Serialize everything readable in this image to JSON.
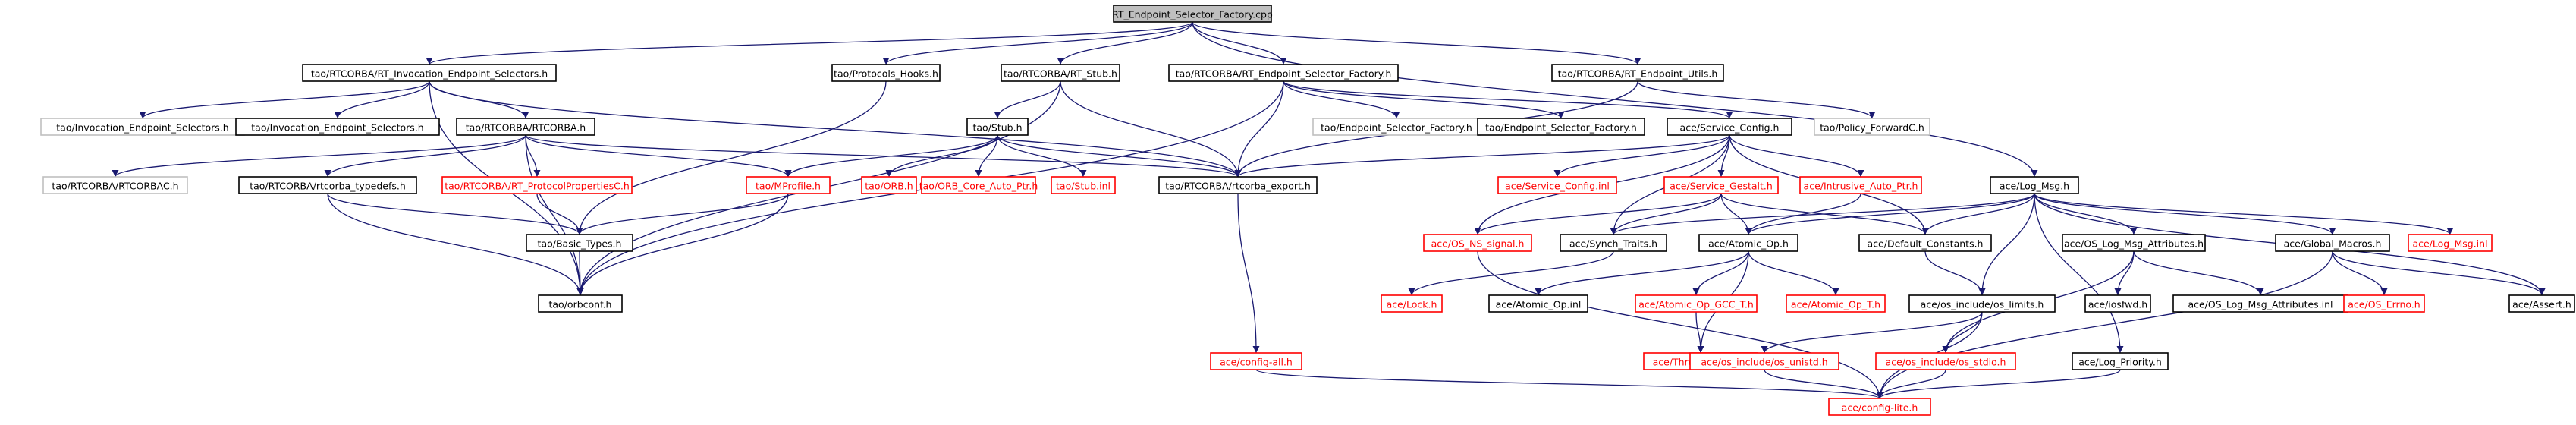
{
  "colors": {
    "background": "#ffffff",
    "edge": "#191970",
    "root_fill": "#bfbfbf",
    "documented_border": "#000000",
    "undocumented_border": "#ff0000",
    "external_border": "#bfbfbf",
    "documented_text": "#000000",
    "undocumented_text": "#ff0000",
    "external_text": "#000000"
  },
  "nodes": [
    {
      "id": "root",
      "label": "RT_Endpoint_Selector_Factory.cpp",
      "kind": "root"
    },
    {
      "id": "ries",
      "label": "tao/RTCORBA/RT_Invocation_Endpoint_Selectors.h",
      "kind": "doc"
    },
    {
      "id": "ph",
      "label": "tao/Protocols_Hooks.h",
      "kind": "doc"
    },
    {
      "id": "rtstub",
      "label": "tao/RTCORBA/RT_Stub.h",
      "kind": "doc"
    },
    {
      "id": "resf",
      "label": "tao/RTCORBA/RT_Endpoint_Selector_Factory.h",
      "kind": "doc"
    },
    {
      "id": "reu",
      "label": "tao/RTCORBA/RT_Endpoint_Utils.h",
      "kind": "doc"
    },
    {
      "id": "ies1",
      "label": "tao/Invocation_Endpoint_Selectors.h",
      "kind": "ext"
    },
    {
      "id": "ies2",
      "label": "tao/Invocation_Endpoint_Selectors.h",
      "kind": "doc"
    },
    {
      "id": "rtcorba",
      "label": "tao/RTCORBA/RTCORBA.h",
      "kind": "doc"
    },
    {
      "id": "stub",
      "label": "tao/Stub.h",
      "kind": "doc"
    },
    {
      "id": "esf1",
      "label": "tao/Endpoint_Selector_Factory.h",
      "kind": "ext"
    },
    {
      "id": "esf2",
      "label": "tao/Endpoint_Selector_Factory.h",
      "kind": "doc"
    },
    {
      "id": "sc",
      "label": "ace/Service_Config.h",
      "kind": "doc"
    },
    {
      "id": "pfc",
      "label": "tao/Policy_ForwardC.h",
      "kind": "ext"
    },
    {
      "id": "rtcorbac",
      "label": "tao/RTCORBA/RTCORBAC.h",
      "kind": "ext"
    },
    {
      "id": "rtt",
      "label": "tao/RTCORBA/rtcorba_typedefs.h",
      "kind": "doc"
    },
    {
      "id": "rtpp",
      "label": "tao/RTCORBA/RT_ProtocolPropertiesC.h",
      "kind": "undoc"
    },
    {
      "id": "mprof",
      "label": "tao/MProfile.h",
      "kind": "undoc"
    },
    {
      "id": "orb",
      "label": "tao/ORB.h",
      "kind": "undoc"
    },
    {
      "id": "orbcp",
      "label": "tao/ORB_Core_Auto_Ptr.h",
      "kind": "undoc"
    },
    {
      "id": "stubinl",
      "label": "tao/Stub.inl",
      "kind": "undoc"
    },
    {
      "id": "rtexp",
      "label": "tao/RTCORBA/rtcorba_export.h",
      "kind": "doc"
    },
    {
      "id": "scinl",
      "label": "ace/Service_Config.inl",
      "kind": "undoc"
    },
    {
      "id": "sg",
      "label": "ace/Service_Gestalt.h",
      "kind": "undoc"
    },
    {
      "id": "iap",
      "label": "ace/Intrusive_Auto_Ptr.h",
      "kind": "undoc"
    },
    {
      "id": "logmsg",
      "label": "ace/Log_Msg.h",
      "kind": "doc"
    },
    {
      "id": "bt",
      "label": "tao/Basic_Types.h",
      "kind": "doc"
    },
    {
      "id": "ossig",
      "label": "ace/OS_NS_signal.h",
      "kind": "undoc"
    },
    {
      "id": "synch",
      "label": "ace/Synch_Traits.h",
      "kind": "doc"
    },
    {
      "id": "aop",
      "label": "ace/Atomic_Op.h",
      "kind": "doc"
    },
    {
      "id": "defc",
      "label": "ace/Default_Constants.h",
      "kind": "doc"
    },
    {
      "id": "oslma",
      "label": "ace/OS_Log_Msg_Attributes.h",
      "kind": "doc"
    },
    {
      "id": "gm",
      "label": "ace/Global_Macros.h",
      "kind": "doc"
    },
    {
      "id": "lminl",
      "label": "ace/Log_Msg.inl",
      "kind": "undoc"
    },
    {
      "id": "orbconf",
      "label": "tao/orbconf.h",
      "kind": "doc"
    },
    {
      "id": "lock",
      "label": "ace/Lock.h",
      "kind": "undoc"
    },
    {
      "id": "aopinl",
      "label": "ace/Atomic_Op.inl",
      "kind": "doc"
    },
    {
      "id": "aopgcc",
      "label": "ace/Atomic_Op_GCC_T.h",
      "kind": "undoc"
    },
    {
      "id": "aopt",
      "label": "ace/Atomic_Op_T.h",
      "kind": "undoc"
    },
    {
      "id": "oslim",
      "label": "ace/os_include/os_limits.h",
      "kind": "doc"
    },
    {
      "id": "iosfwd",
      "label": "ace/iosfwd.h",
      "kind": "doc"
    },
    {
      "id": "oslmainl",
      "label": "ace/OS_Log_Msg_Attributes.inl",
      "kind": "doc"
    },
    {
      "id": "oserrno",
      "label": "ace/OS_Errno.h",
      "kind": "undoc"
    },
    {
      "id": "assert",
      "label": "ace/Assert.h",
      "kind": "doc"
    },
    {
      "id": "tmutex",
      "label": "ace/Thread_Mutex.h",
      "kind": "undoc"
    },
    {
      "id": "cfgall",
      "label": "ace/config-all.h",
      "kind": "undoc"
    },
    {
      "id": "osunistd",
      "label": "ace/os_include/os_unistd.h",
      "kind": "undoc"
    },
    {
      "id": "osstdio",
      "label": "ace/os_include/os_stdio.h",
      "kind": "undoc"
    },
    {
      "id": "logprio",
      "label": "ace/Log_Priority.h",
      "kind": "doc"
    },
    {
      "id": "cfglite",
      "label": "ace/config-lite.h",
      "kind": "undoc"
    }
  ],
  "edges": [
    [
      "root",
      "ries"
    ],
    [
      "root",
      "ph"
    ],
    [
      "root",
      "rtstub"
    ],
    [
      "root",
      "resf"
    ],
    [
      "root",
      "reu"
    ],
    [
      "root",
      "logmsg"
    ],
    [
      "ries",
      "ies1"
    ],
    [
      "ries",
      "ies2"
    ],
    [
      "ries",
      "rtcorba"
    ],
    [
      "ries",
      "rtexp"
    ],
    [
      "ries",
      "orbconf"
    ],
    [
      "ph",
      "bt"
    ],
    [
      "rtstub",
      "stub"
    ],
    [
      "rtstub",
      "rtexp"
    ],
    [
      "rtstub",
      "orbconf"
    ],
    [
      "resf",
      "esf1"
    ],
    [
      "resf",
      "esf2"
    ],
    [
      "resf",
      "sc"
    ],
    [
      "resf",
      "rtexp"
    ],
    [
      "resf",
      "orbconf"
    ],
    [
      "reu",
      "pfc"
    ],
    [
      "reu",
      "rtexp"
    ],
    [
      "rtcorba",
      "rtcorbac"
    ],
    [
      "rtcorba",
      "rtt"
    ],
    [
      "rtcorba",
      "rtpp"
    ],
    [
      "rtcorba",
      "mprof"
    ],
    [
      "rtcorba",
      "rtexp"
    ],
    [
      "rtcorba",
      "orbconf"
    ],
    [
      "stub",
      "mprof"
    ],
    [
      "stub",
      "orb"
    ],
    [
      "stub",
      "orbcp"
    ],
    [
      "stub",
      "stubinl"
    ],
    [
      "stub",
      "rtexp"
    ],
    [
      "sc",
      "scinl"
    ],
    [
      "sc",
      "sg"
    ],
    [
      "sc",
      "iap"
    ],
    [
      "sc",
      "ossig"
    ],
    [
      "sc",
      "synch"
    ],
    [
      "sc",
      "defc"
    ],
    [
      "sc",
      "rtexp"
    ],
    [
      "rtt",
      "bt"
    ],
    [
      "rtt",
      "orbconf"
    ],
    [
      "rtpp",
      "bt"
    ],
    [
      "mprof",
      "bt"
    ],
    [
      "mprof",
      "orbconf"
    ],
    [
      "rtexp",
      "cfgall"
    ],
    [
      "sg",
      "ossig"
    ],
    [
      "sg",
      "synch"
    ],
    [
      "sg",
      "aop"
    ],
    [
      "sg",
      "defc"
    ],
    [
      "iap",
      "aop"
    ],
    [
      "logmsg",
      "synch"
    ],
    [
      "logmsg",
      "aop"
    ],
    [
      "logmsg",
      "defc"
    ],
    [
      "logmsg",
      "oslma"
    ],
    [
      "logmsg",
      "gm"
    ],
    [
      "logmsg",
      "lminl"
    ],
    [
      "logmsg",
      "assert"
    ],
    [
      "logmsg",
      "oslim"
    ],
    [
      "logmsg",
      "logprio"
    ],
    [
      "bt",
      "orbconf"
    ],
    [
      "ossig",
      "cfglite"
    ],
    [
      "synch",
      "lock"
    ],
    [
      "aop",
      "aopinl"
    ],
    [
      "aop",
      "aopgcc"
    ],
    [
      "aop",
      "aopt"
    ],
    [
      "aop",
      "tmutex"
    ],
    [
      "aopgcc",
      "tmutex"
    ],
    [
      "defc",
      "oslim"
    ],
    [
      "oslma",
      "iosfwd"
    ],
    [
      "oslma",
      "oslmainl"
    ],
    [
      "oslma",
      "osstdio"
    ],
    [
      "gm",
      "oserrno"
    ],
    [
      "gm",
      "assert"
    ],
    [
      "gm",
      "cfglite"
    ],
    [
      "oslim",
      "osunistd"
    ],
    [
      "oslim",
      "osstdio"
    ],
    [
      "oslim",
      "cfglite"
    ],
    [
      "cfgall",
      "cfglite"
    ],
    [
      "osunistd",
      "cfglite"
    ],
    [
      "osstdio",
      "cfglite"
    ],
    [
      "logprio",
      "cfglite"
    ]
  ]
}
